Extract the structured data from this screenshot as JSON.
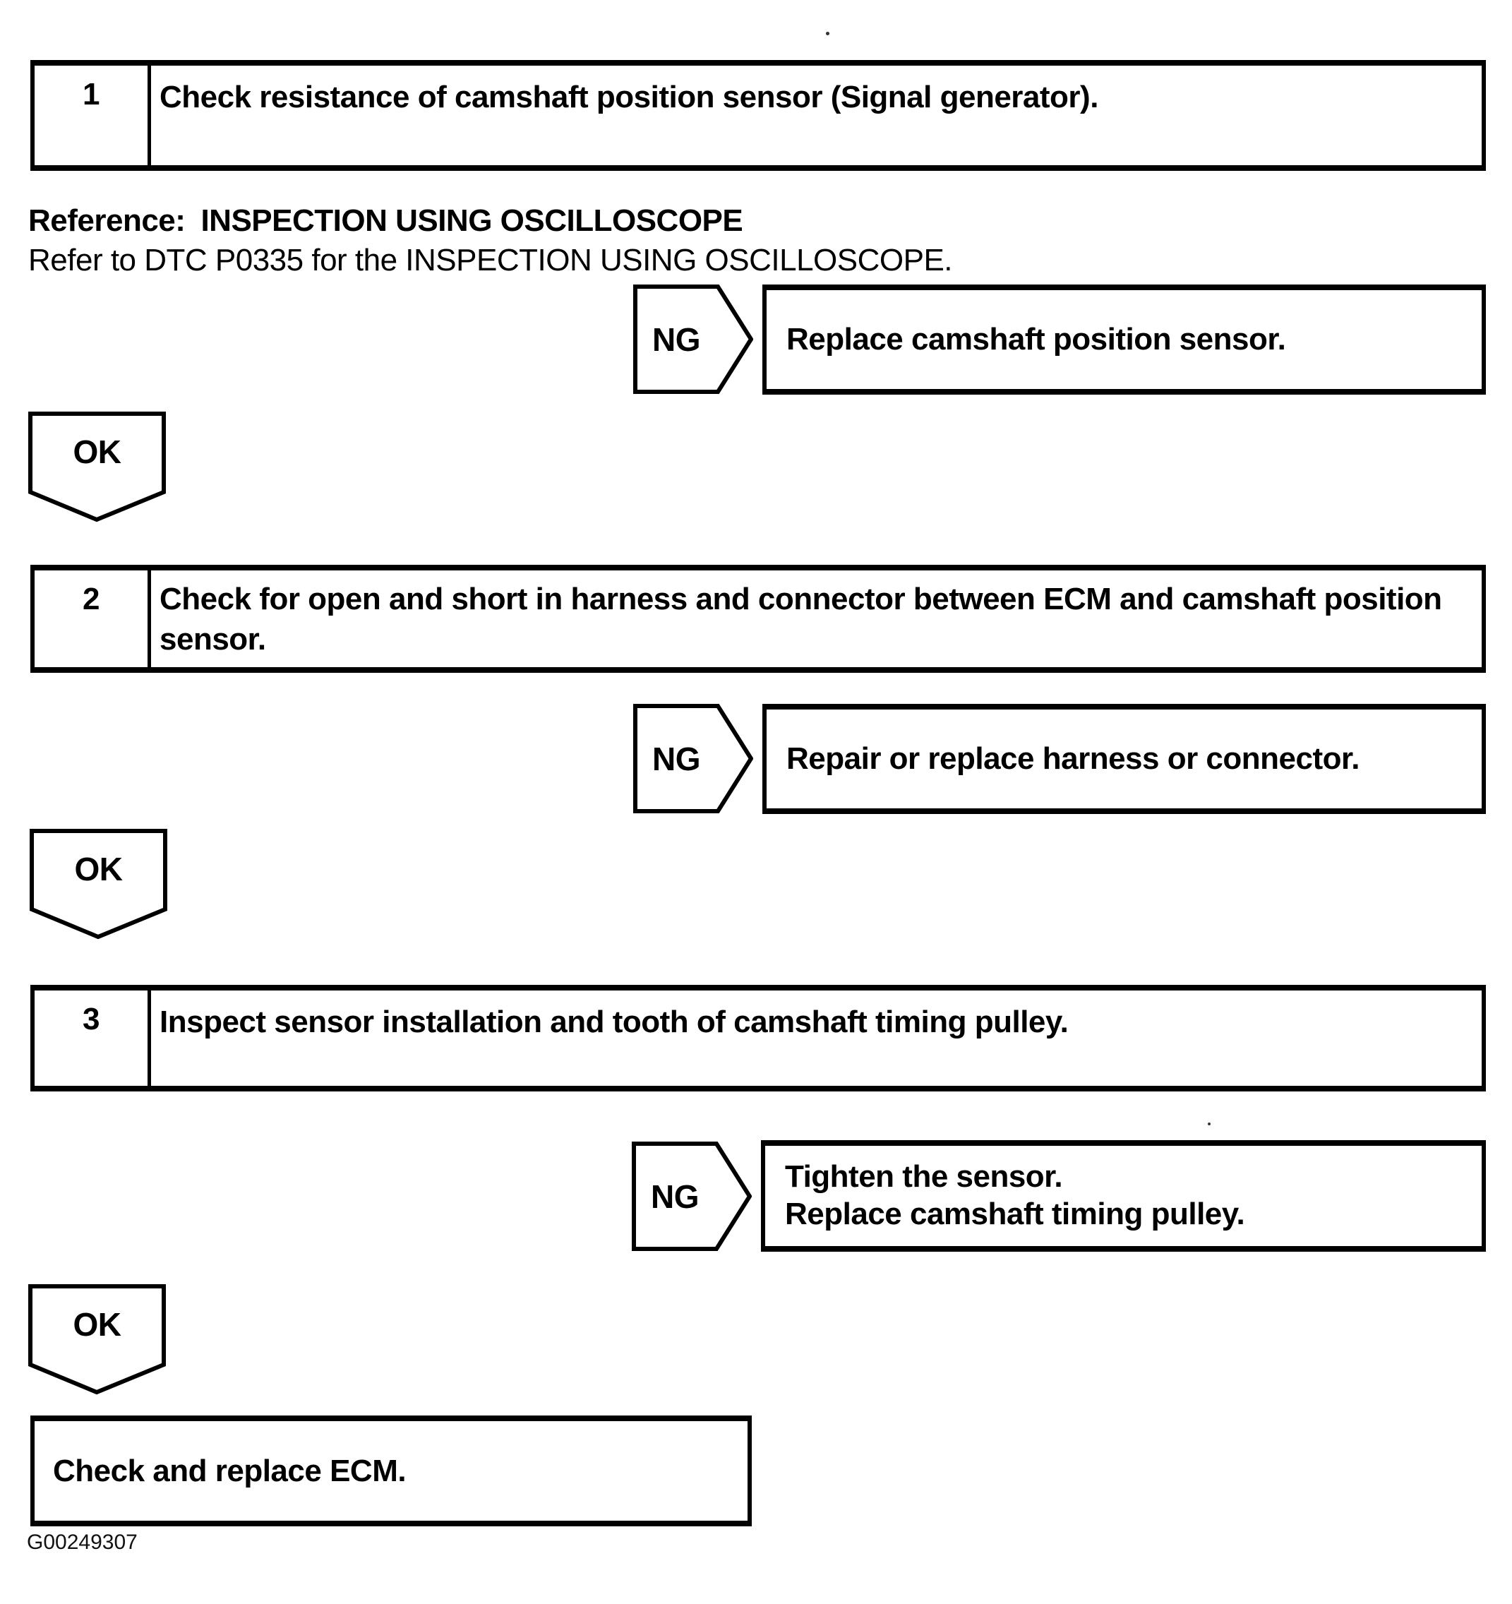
{
  "page": {
    "background_color": "#ffffff",
    "ink_color": "#000000",
    "figure_code": "G00249307"
  },
  "labels": {
    "ng": "NG",
    "ok": "OK"
  },
  "reference": {
    "label": "Reference:",
    "title": "INSPECTION USING OSCILLOSCOPE",
    "note": "Refer to DTC P0335 for the INSPECTION USING OSCILLOSCOPE."
  },
  "steps": [
    {
      "number": "1",
      "instruction": "Check resistance of camshaft position sensor (Signal generator)."
    },
    {
      "number": "2",
      "instruction": "Check for open and short in harness and connector between ECM and camshaft position sensor."
    },
    {
      "number": "3",
      "instruction": "Inspect sensor installation and tooth of camshaft timing pulley."
    }
  ],
  "ng_actions": [
    {
      "lines": [
        "Replace camshaft position sensor."
      ]
    },
    {
      "lines": [
        "Repair or replace harness or connector."
      ]
    },
    {
      "lines": [
        "Tighten the sensor.",
        "Replace camshaft timing pulley."
      ]
    }
  ],
  "final_action": "Check and replace ECM."
}
